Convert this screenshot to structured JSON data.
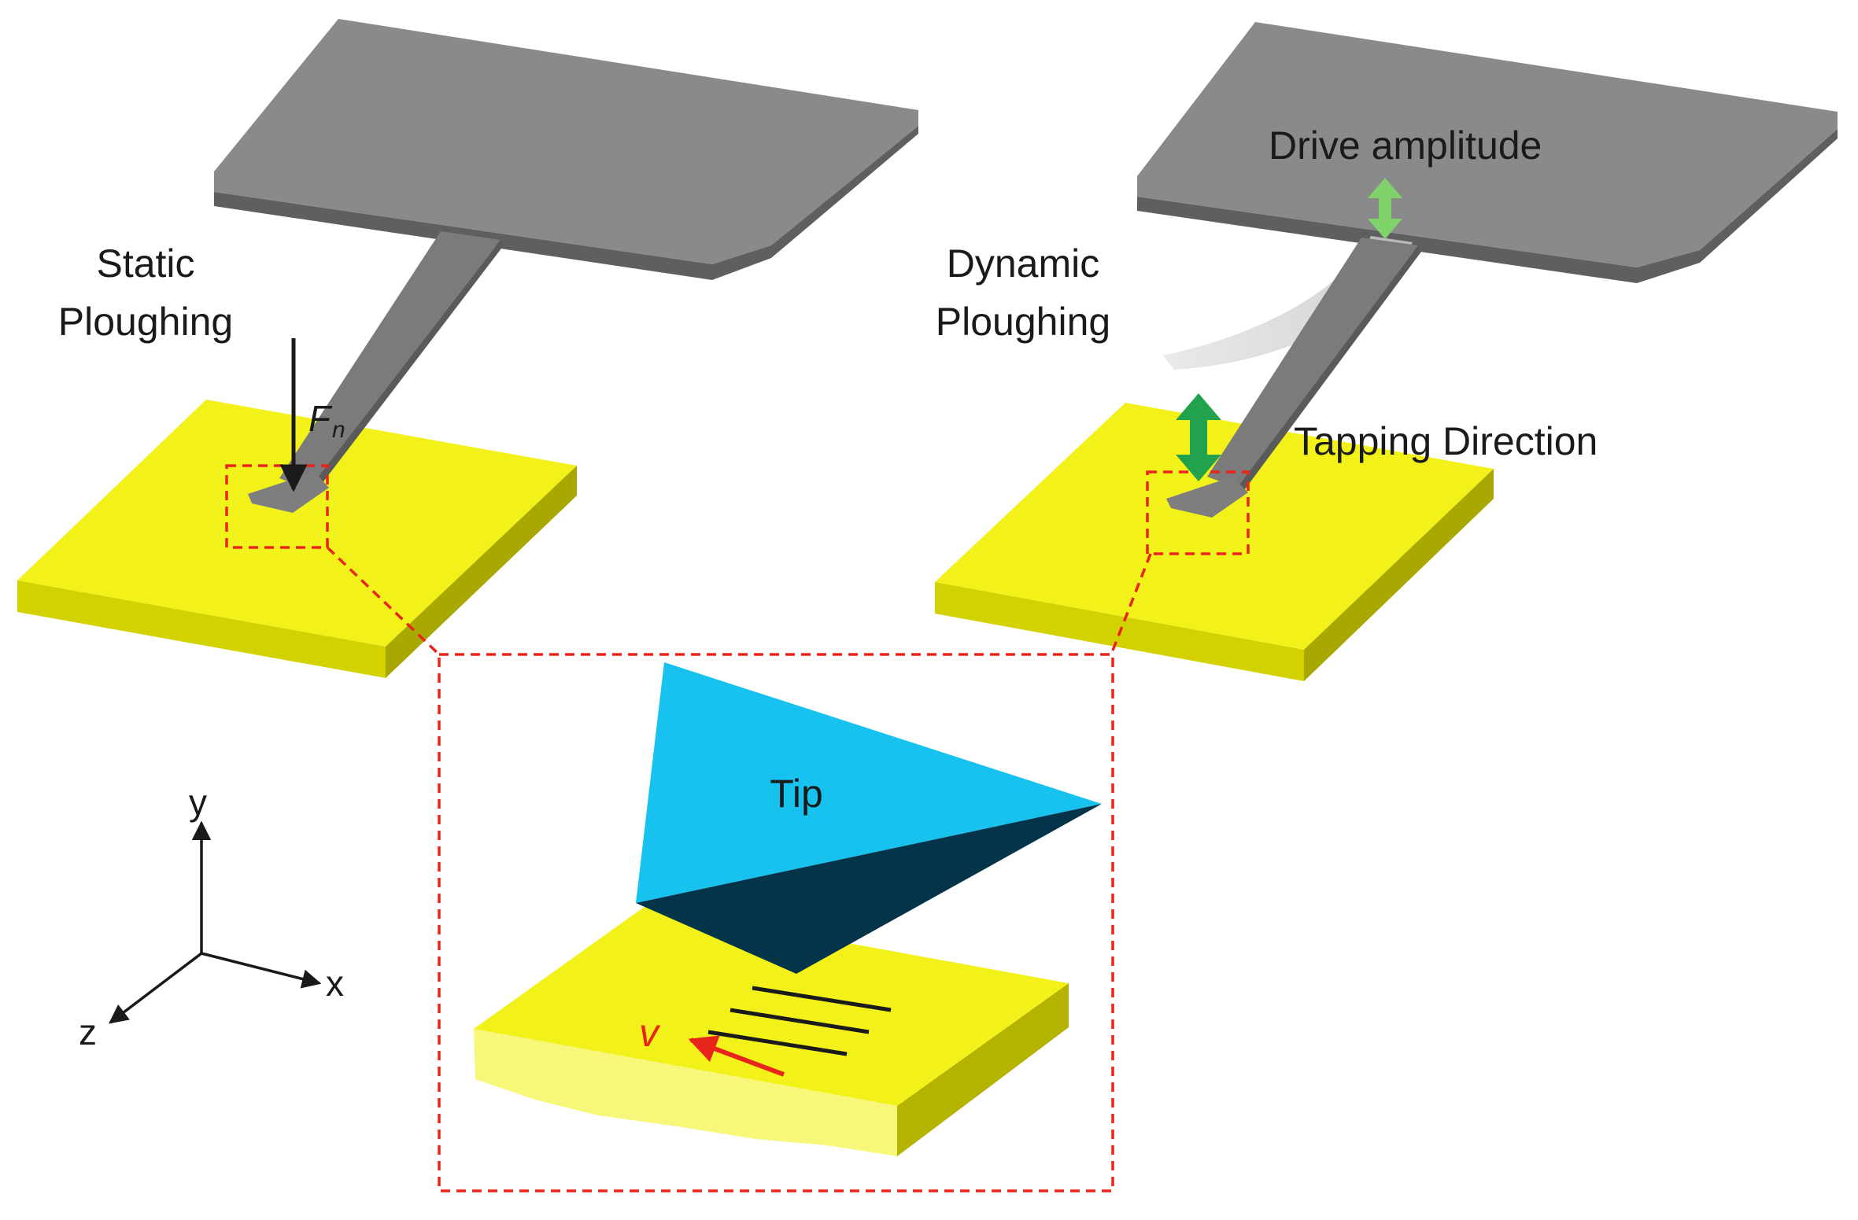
{
  "labels": {
    "static_line1": "Static",
    "static_line2": "Ploughing",
    "dynamic_line1": "Dynamic",
    "dynamic_line2": "Ploughing",
    "force_main": "F",
    "force_sub": "n",
    "drive_amplitude": "Drive amplitude",
    "tapping_direction": "Tapping Direction",
    "tip": "Tip",
    "velocity": "v",
    "axis_x": "x",
    "axis_y": "y",
    "axis_z": "z"
  },
  "colors": {
    "cantilever_top": "#8a8a8a",
    "cantilever_side": "#5f5f5f",
    "sample_top": "#f2f21a",
    "sample_front": "#c9c900",
    "sample_side": "#a9a900",
    "tip_light": "#17c3ee",
    "tip_dark": "#04344a",
    "zoom_box": "#e8251a",
    "green_arrow": "#23a24d",
    "light_green_arrow": "#7fd36a",
    "velocity_arrow": "#e8251a"
  }
}
